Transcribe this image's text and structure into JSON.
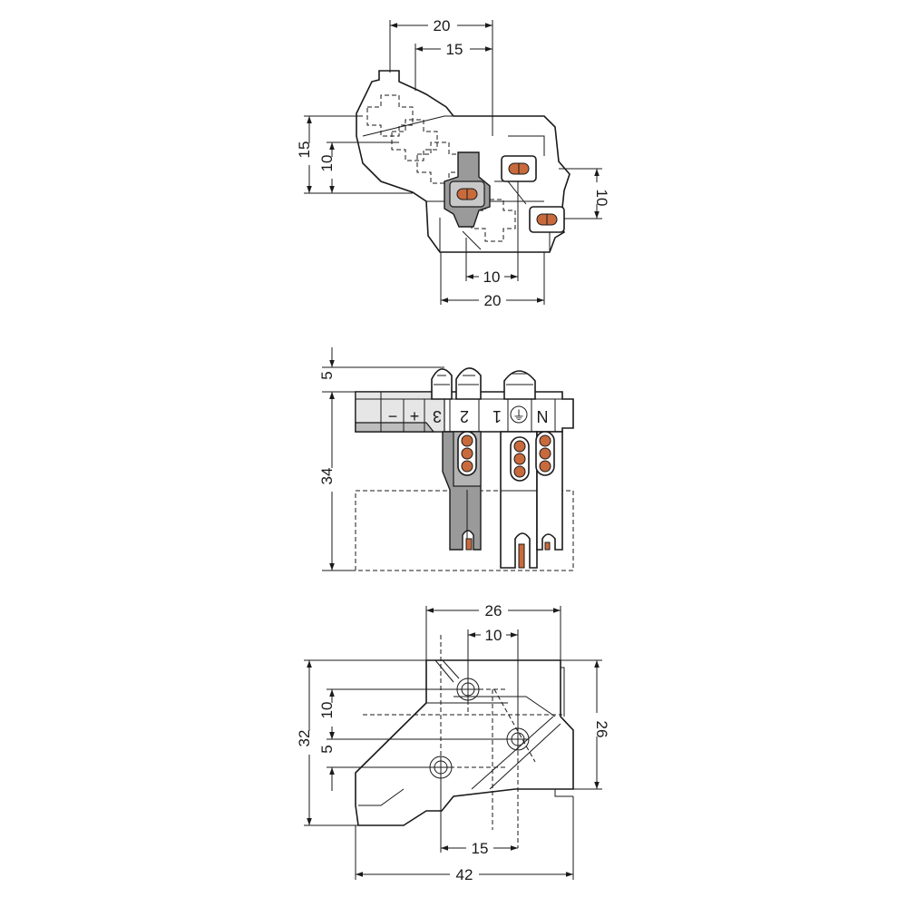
{
  "top_view": {
    "dims": {
      "top_width": "20",
      "top_pitch": "15",
      "left_height": "15",
      "left_pitch": "10",
      "right_pitch": "10",
      "bottom_pitch": "10",
      "bottom_width": "20"
    }
  },
  "side_view": {
    "dims": {
      "top_offset": "5",
      "height": "34"
    },
    "markings": [
      "−",
      "+",
      "3",
      "2",
      "1",
      "⏚",
      "N"
    ]
  },
  "bottom_view": {
    "dims": {
      "top_width": "26",
      "top_pitch": "10",
      "left_height": "32",
      "left_pitch": "10",
      "left_offset": "5",
      "right_height": "26",
      "bottom_pitch": "15",
      "bottom_width": "42"
    }
  },
  "colors": {
    "outline": "#1a1a1a",
    "contact": "#c86a3c",
    "grey_part": "#9a9a9a"
  }
}
